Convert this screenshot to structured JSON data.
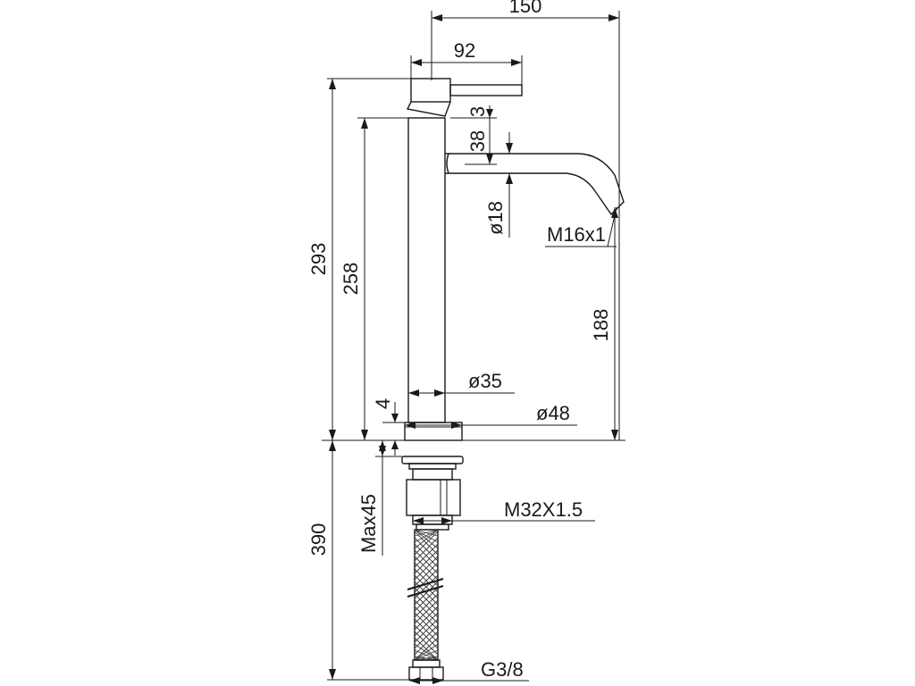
{
  "dimensions": {
    "width_total": "150",
    "lever_width": "92",
    "height_total": "293",
    "body_height": "258",
    "lever_height": "3",
    "spout_gap": "38",
    "spout_diameter": "ø18",
    "aerator_thread": "M16x1",
    "spout_height": "188",
    "body_diameter": "ø35",
    "base_diameter": "ø48",
    "base_thickness": "4",
    "max_deck": "Max45",
    "hose_length": "390",
    "shank_thread": "M32X1.5",
    "hose_thread": "G3/8"
  },
  "colors": {
    "line": "#1a1a1a",
    "background": "#ffffff"
  }
}
